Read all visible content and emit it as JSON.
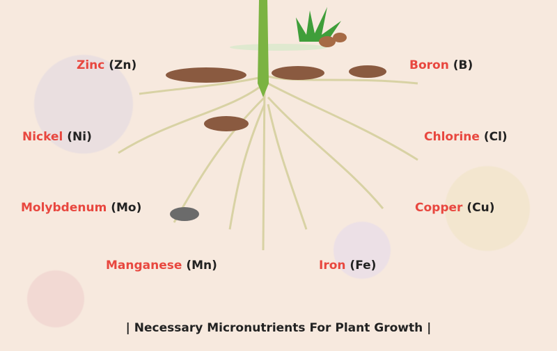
{
  "nutrients": [
    {
      "name": "Zinc",
      "symbol": "(Zn)"
    },
    {
      "name": "Boron",
      "symbol": "(B)"
    },
    {
      "name": "Nickel",
      "symbol": "(Ni)"
    },
    {
      "name": "Chlorine",
      "symbol": "(Cl)"
    },
    {
      "name": "Molybdenum",
      "symbol": "(Mo)"
    },
    {
      "name": "Copper",
      "symbol": "(Cu)"
    },
    {
      "name": "Manganese",
      "symbol": "(Mn)"
    },
    {
      "name": "Iron",
      "symbol": "(Fe)"
    }
  ],
  "caption": "| Necessary Micronutrients For Plant Growth |",
  "colors": {
    "name": "#e8473f",
    "symbol": "#222222",
    "background": "#f7e9de",
    "root": "#d9d3a8",
    "stem": "#7bb342"
  }
}
